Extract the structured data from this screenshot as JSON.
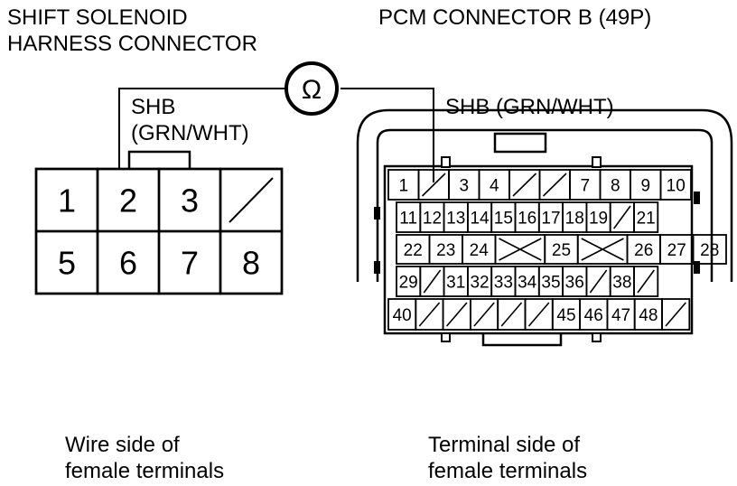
{
  "left_connector": {
    "title_line1": "SHIFT SOLENOID",
    "title_line2": "HARNESS CONNECTOR",
    "wire_label_line1": "SHB",
    "wire_label_line2": "(GRN/WHT)",
    "caption_line1": "Wire side of",
    "caption_line2": "female terminals",
    "rows": [
      [
        "1",
        "2",
        "3",
        ""
      ],
      [
        "5",
        "6",
        "7",
        "8"
      ]
    ]
  },
  "right_connector": {
    "title": "PCM CONNECTOR B (49P)",
    "wire_label": "SHB (GRN/WHT)",
    "caption_line1": "Terminal side of",
    "caption_line2": "female terminals",
    "rows": [
      [
        "1",
        "",
        "3",
        "4",
        "",
        "",
        "7",
        "8",
        "9",
        "10"
      ],
      [
        "11",
        "12",
        "13",
        "14",
        "15",
        "16",
        "17",
        "18",
        "19",
        "",
        "21"
      ],
      [
        "22",
        "23",
        "24",
        "X",
        "25",
        "X",
        "26",
        "27",
        "28"
      ],
      [
        "29",
        "",
        "31",
        "32",
        "33",
        "34",
        "35",
        "36",
        "",
        "38",
        ""
      ],
      [
        "40",
        "",
        "",
        "",
        "",
        "",
        "45",
        "46",
        "47",
        "48",
        ""
      ]
    ]
  },
  "meter": {
    "symbol": "Ω",
    "icon": "ohmmeter-icon"
  }
}
